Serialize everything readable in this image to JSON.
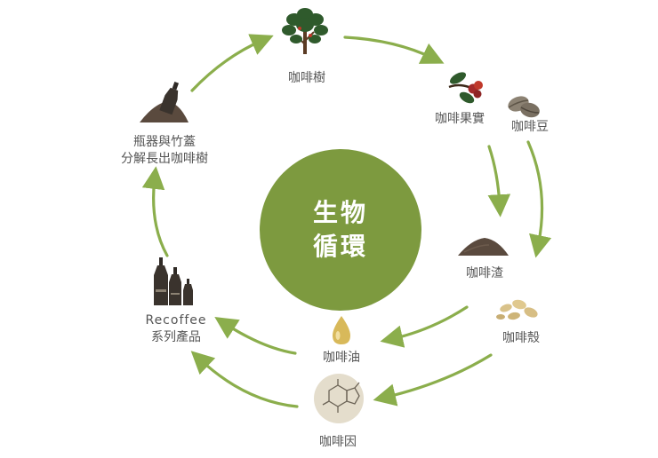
{
  "center": {
    "line1": "生物",
    "line2": "循環"
  },
  "nodes": {
    "coffee_tree": "咖啡樹",
    "coffee_cherry": "咖啡果實",
    "coffee_bean": "咖啡豆",
    "coffee_grounds": "咖啡渣",
    "coffee_husk": "咖啡殼",
    "coffee_oil": "咖啡油",
    "caffeine": "咖啡因",
    "recoffee_line1": "Recoffee",
    "recoffee_line2": "系列產品",
    "decompose_line1": "瓶器與竹蓋",
    "decompose_line2": "分解長出咖啡樹"
  },
  "colors": {
    "accent": "#7d9a3f",
    "arrow": "#8bae4c",
    "text": "#555555"
  },
  "icons": [
    "tree-icon",
    "coffee-cherry-icon",
    "coffee-bean-icon",
    "grounds-pile-icon",
    "husk-icon",
    "oil-drop-icon",
    "caffeine-molecule-icon",
    "bottles-icon",
    "buried-bottle-icon"
  ]
}
